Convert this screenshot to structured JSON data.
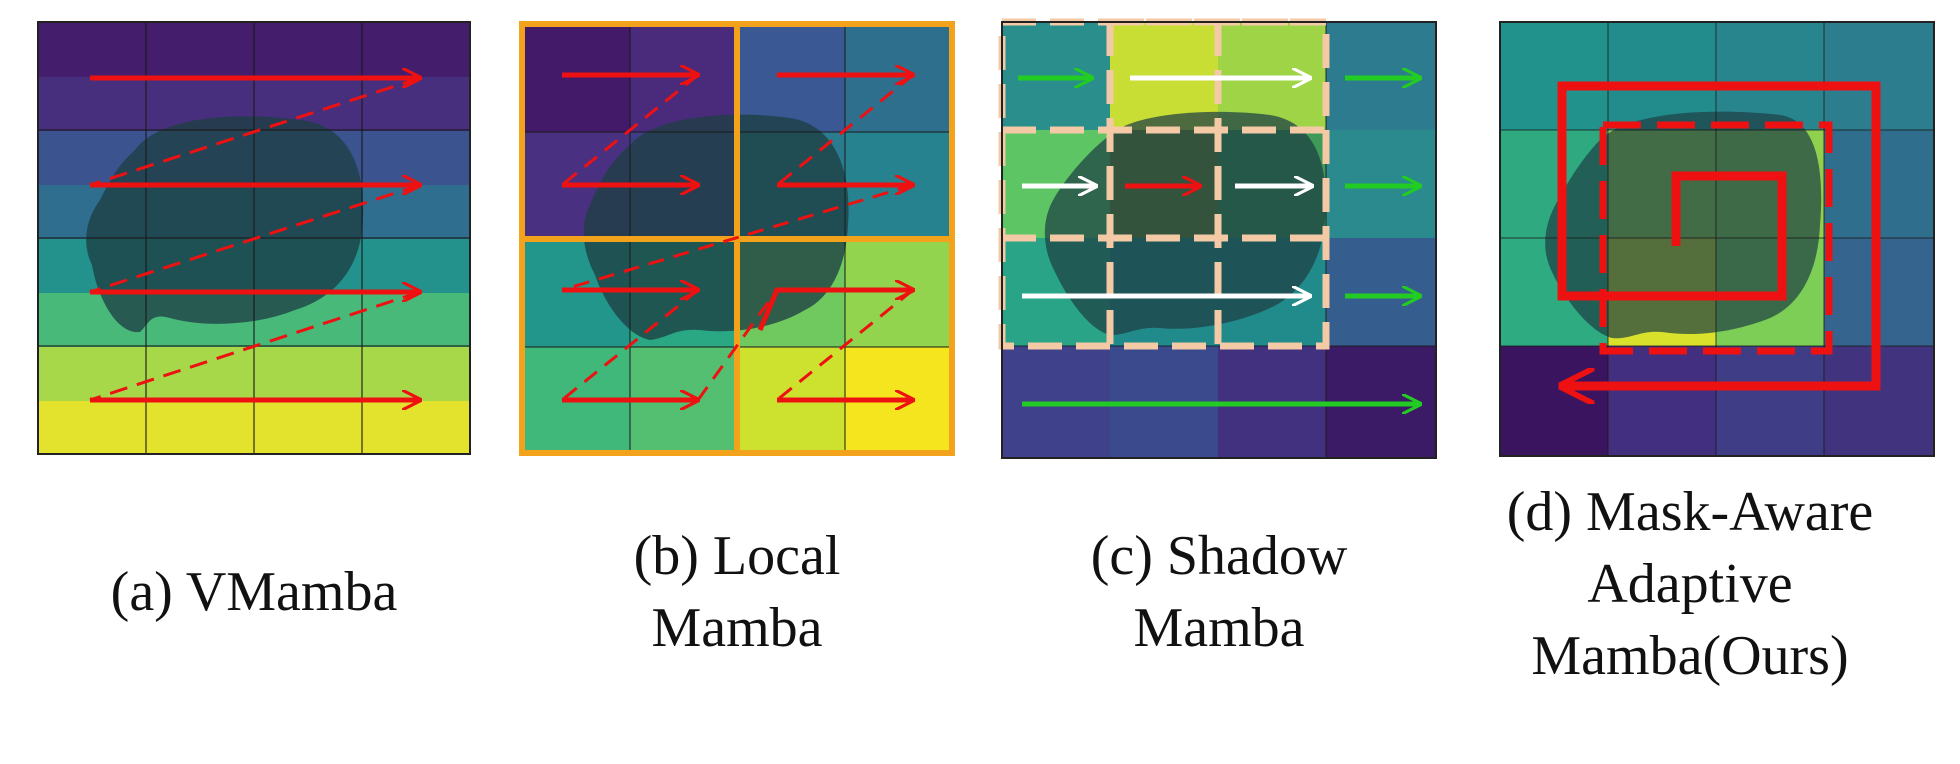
{
  "panels": [
    {
      "id": "a",
      "caption_lines": [
        "(a) VMamba"
      ]
    },
    {
      "id": "b",
      "caption_lines": [
        "(b) Local",
        "Mamba"
      ]
    },
    {
      "id": "c",
      "caption_lines": [
        "(c) Shadow",
        "Mamba"
      ]
    },
    {
      "id": "d",
      "caption_lines": [
        "(d) Mask-Aware",
        "Adaptive",
        "Mamba(Ours)"
      ]
    }
  ],
  "colors": {
    "scan_arrow": "#ee1111",
    "window_border": "#f2a31b",
    "shadow_window_border": "#f3c9a6",
    "non_shadow_arrow": "#22cc22",
    "shadow_arrow": "#ffffff",
    "shadow_mask": "#1d3f44"
  }
}
